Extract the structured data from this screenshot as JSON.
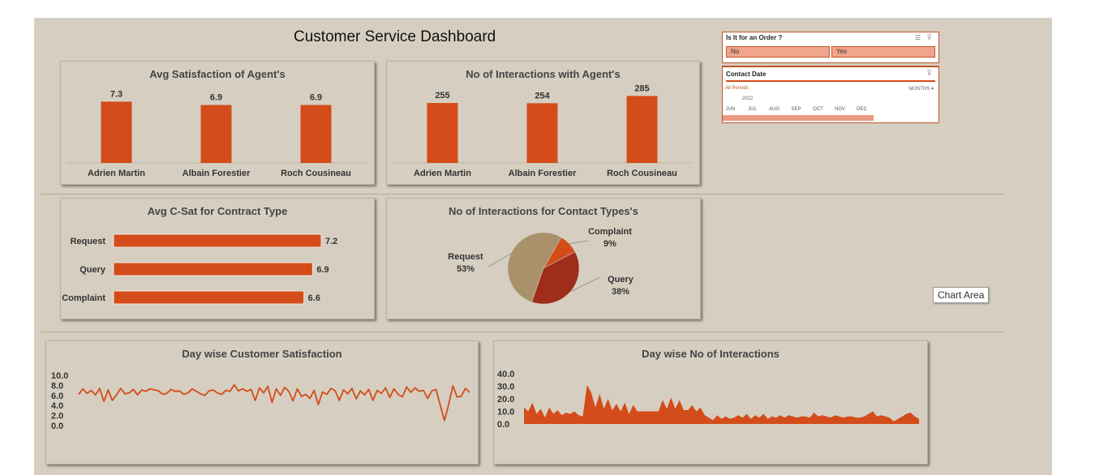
{
  "dashboard": {
    "title": "Customer Service Dashboard",
    "accent": "#d34c1a",
    "tooltip": "Chart Area"
  },
  "slicer_order": {
    "title": "Is It for an Order ?",
    "options": [
      "No",
      "Yes"
    ],
    "icons": [
      "multi-select-icon",
      "clear-filter-icon"
    ]
  },
  "slicer_date": {
    "title": "Contact Date",
    "all_periods": "All Periods",
    "level": "MONTHS ▾",
    "year": "2022",
    "months": [
      "JUN",
      "JUL",
      "AUG",
      "SEP",
      "OCT",
      "NOV",
      "DEC"
    ],
    "icons": [
      "clear-filter-icon"
    ]
  },
  "chart_data": [
    {
      "type": "bar",
      "title": "Avg Satisfaction of Agent's",
      "categories": [
        "Adrien Martin",
        "Albain Forestier",
        "Roch Cousineau"
      ],
      "values": [
        7.3,
        6.9,
        6.9
      ],
      "value_labels": [
        "7.3",
        "6.9",
        "6.9"
      ],
      "color": "#d34c1a"
    },
    {
      "type": "bar",
      "title": "No of Interactions with Agent's",
      "categories": [
        "Adrien Martin",
        "Albain Forestier",
        "Roch Cousineau"
      ],
      "values": [
        255,
        254,
        285
      ],
      "value_labels": [
        "255",
        "254",
        "285"
      ],
      "color": "#d34c1a"
    },
    {
      "type": "bar",
      "orientation": "horizontal",
      "title": "Avg C-Sat for Contract Type",
      "categories": [
        "Request",
        "Query",
        "Complaint"
      ],
      "values": [
        7.2,
        6.9,
        6.6
      ],
      "value_labels": [
        "7.2",
        "6.9",
        "6.6"
      ],
      "color": "#d34c1a"
    },
    {
      "type": "pie",
      "title": "No of Interactions for  Contact Types's",
      "slices": [
        {
          "label": "Complaint",
          "pct": "9%",
          "value": 9,
          "color": "#d34c1a"
        },
        {
          "label": "Query",
          "pct": "38%",
          "value": 38,
          "color": "#a02c1c"
        },
        {
          "label": "Request",
          "pct": "53%",
          "value": 53,
          "color": "#a8916b"
        }
      ]
    },
    {
      "type": "line",
      "title": "Day wise Customer Satisfaction",
      "y_ticks": [
        "10.0",
        "8.0",
        "6.0",
        "4.0",
        "2.0",
        "0.0"
      ],
      "ylim": [
        0,
        10
      ],
      "color": "#d34c1a",
      "values": [
        6.2,
        7.3,
        6.4,
        7.0,
        6.1,
        7.4,
        4.8,
        7.1,
        5.0,
        6.1,
        7.4,
        6.3,
        6.5,
        7.2,
        6.1,
        7.1,
        6.8,
        7.3,
        7.1,
        6.9,
        6.2,
        6.4,
        7.2,
        6.8,
        6.9,
        6.2,
        6.5,
        7.3,
        6.8,
        6.3,
        6.0,
        6.9,
        7.1,
        6.5,
        6.2,
        7.0,
        6.8,
        8.1,
        6.9,
        7.3,
        6.8,
        7.2,
        5.0,
        7.5,
        6.5,
        7.8,
        4.6,
        7.3,
        6.0,
        7.6,
        6.8,
        4.9,
        7.3,
        5.8,
        6.2,
        5.4,
        7.0,
        4.2,
        6.7,
        6.2,
        7.4,
        6.9,
        5.0,
        7.1,
        6.3,
        7.4,
        5.3,
        6.9,
        6.1,
        7.2,
        5.0,
        7.0,
        6.4,
        7.5,
        5.6,
        7.3,
        6.2,
        5.7,
        7.7,
        6.6,
        7.5,
        6.8,
        7.0,
        5.4,
        6.9,
        7.2,
        4.1,
        1.0,
        4.2,
        7.9,
        5.7,
        5.8,
        7.4,
        6.6
      ]
    },
    {
      "type": "area",
      "title": "Day wise No of Interactions",
      "y_ticks": [
        "40.0",
        "30.0",
        "20.0",
        "10.0",
        "0.0"
      ],
      "ylim": [
        0,
        40
      ],
      "color": "#d34c1a",
      "values": [
        13,
        10,
        17,
        8,
        12,
        5,
        13,
        8,
        11,
        7,
        9,
        8,
        10,
        7,
        6,
        31,
        25,
        13,
        24,
        12,
        20,
        11,
        16,
        10,
        17,
        8,
        15,
        10,
        10,
        10,
        10,
        10,
        10,
        19,
        12,
        21,
        12,
        19,
        11,
        11,
        15,
        10,
        13,
        7,
        5,
        3,
        7,
        4,
        6,
        4,
        5,
        7,
        5,
        8,
        4,
        7,
        5,
        8,
        4,
        6,
        5,
        7,
        5,
        7,
        6,
        5,
        6,
        6,
        5,
        9,
        6,
        7,
        6,
        5,
        7,
        6,
        5,
        6,
        6,
        5,
        5,
        6,
        8,
        10,
        6,
        7,
        6,
        5,
        2,
        4,
        6,
        8,
        9,
        6,
        4
      ]
    }
  ]
}
